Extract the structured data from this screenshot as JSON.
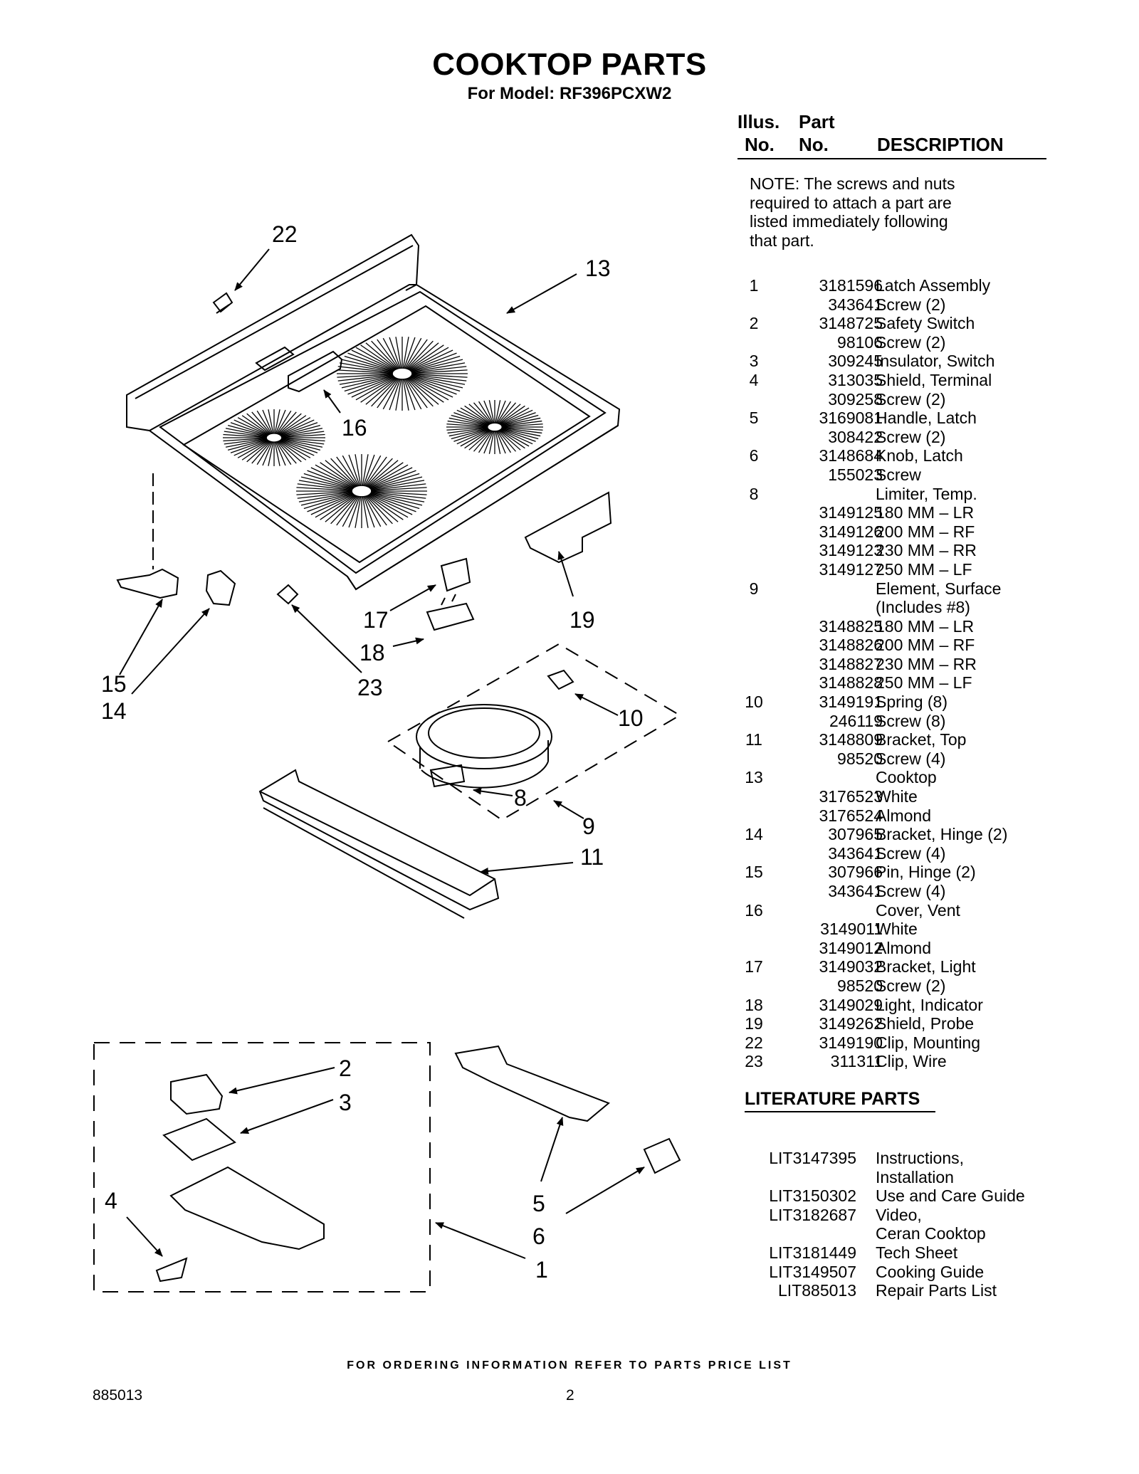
{
  "header": {
    "title": "COOKTOP PARTS",
    "subtitle": "For Model: RF396PCXW2"
  },
  "table_header": {
    "illus_line1": "Illus.",
    "illus_line2": "No.",
    "part_line1": "Part",
    "part_line2": "No.",
    "description": "DESCRIPTION"
  },
  "note": {
    "lines": [
      "NOTE: The screws and nuts",
      "required to attach a part are",
      "listed immediately following",
      "that part."
    ]
  },
  "parts": [
    {
      "illus": "1",
      "part": "3181596",
      "desc": "Latch Assembly"
    },
    {
      "illus": "",
      "part": "343641",
      "desc": "Screw (2)"
    },
    {
      "illus": "2",
      "part": "3148725",
      "desc": "Safety Switch"
    },
    {
      "illus": "",
      "part": "98106",
      "desc": "Screw (2)"
    },
    {
      "illus": "3",
      "part": "309245",
      "desc": "Insulator, Switch"
    },
    {
      "illus": "4",
      "part": "313035",
      "desc": "Shield, Terminal"
    },
    {
      "illus": "",
      "part": "309258",
      "desc": "Screw (2)"
    },
    {
      "illus": "5",
      "part": "3169081",
      "desc": "Handle, Latch"
    },
    {
      "illus": "",
      "part": "308422",
      "desc": "Screw (2)"
    },
    {
      "illus": "6",
      "part": "3148684",
      "desc": "Knob, Latch"
    },
    {
      "illus": "",
      "part": "155023",
      "desc": "Screw"
    },
    {
      "illus": "8",
      "part": "",
      "desc": "Limiter, Temp."
    },
    {
      "illus": "",
      "part": "3149125",
      "desc": "180 MM – LR"
    },
    {
      "illus": "",
      "part": "3149126",
      "desc": "200 MM – RF"
    },
    {
      "illus": "",
      "part": "3149123",
      "desc": "230 MM – RR"
    },
    {
      "illus": "",
      "part": "3149127",
      "desc": "250 MM – LF"
    },
    {
      "illus": "9",
      "part": "",
      "desc": "Element, Surface"
    },
    {
      "illus": "",
      "part": "",
      "desc": "(Includes #8)"
    },
    {
      "illus": "",
      "part": "3148825",
      "desc": "180 MM – LR"
    },
    {
      "illus": "",
      "part": "3148826",
      "desc": "200 MM – RF"
    },
    {
      "illus": "",
      "part": "3148827",
      "desc": "230 MM – RR"
    },
    {
      "illus": "",
      "part": "3148828",
      "desc": "250 MM – LF"
    },
    {
      "illus": "10",
      "part": "3149191",
      "desc": "Spring (8)"
    },
    {
      "illus": "",
      "part": "246119",
      "desc": "Screw (8)"
    },
    {
      "illus": "11",
      "part": "3148809",
      "desc": "Bracket, Top"
    },
    {
      "illus": "",
      "part": "98520",
      "desc": "Screw (4)"
    },
    {
      "illus": "13",
      "part": "",
      "desc": "Cooktop"
    },
    {
      "illus": "",
      "part": "3176523",
      "desc": "White"
    },
    {
      "illus": "",
      "part": "3176524",
      "desc": "Almond"
    },
    {
      "illus": "14",
      "part": "307965",
      "desc": "Bracket, Hinge (2)"
    },
    {
      "illus": "",
      "part": "343641",
      "desc": "Screw (4)"
    },
    {
      "illus": "15",
      "part": "307966",
      "desc": "Pin, Hinge (2)"
    },
    {
      "illus": "",
      "part": "343641",
      "desc": "Screw (4)"
    },
    {
      "illus": "16",
      "part": "",
      "desc": "Cover, Vent"
    },
    {
      "illus": "",
      "part": "3149011",
      "desc": "White"
    },
    {
      "illus": "",
      "part": "3149012",
      "desc": "Almond"
    },
    {
      "illus": "17",
      "part": "3149032",
      "desc": "Bracket, Light"
    },
    {
      "illus": "",
      "part": "98520",
      "desc": "Screw (2)"
    },
    {
      "illus": "18",
      "part": "3149029",
      "desc": "Light, Indicator"
    },
    {
      "illus": "19",
      "part": "3149262",
      "desc": "Shield, Probe"
    },
    {
      "illus": "22",
      "part": "3149190",
      "desc": "Clip, Mounting"
    },
    {
      "illus": "23",
      "part": "311311",
      "desc": "Clip, Wire"
    }
  ],
  "literature": {
    "title": "LITERATURE PARTS",
    "items": [
      {
        "part": "LIT3147395",
        "desc": "Instructions,"
      },
      {
        "part": "",
        "desc": "Installation"
      },
      {
        "part": "LIT3150302",
        "desc": "Use and Care Guide"
      },
      {
        "part": "LIT3182687",
        "desc": "Video,"
      },
      {
        "part": "",
        "desc": "Ceran Cooktop"
      },
      {
        "part": "LIT3181449",
        "desc": "Tech Sheet"
      },
      {
        "part": "LIT3149507",
        "desc": "Cooking Guide"
      },
      {
        "part": "LIT885013",
        "desc": "Repair Parts List"
      }
    ]
  },
  "diagram_callouts": {
    "c22": "22",
    "c13": "13",
    "c16": "16",
    "c17": "17",
    "c19": "19",
    "c18": "18",
    "c15": "15",
    "c23": "23",
    "c14": "14",
    "c10": "10",
    "c8": "8",
    "c9": "9",
    "c11": "11",
    "c2": "2",
    "c3": "3",
    "c4": "4",
    "c5": "5",
    "c6": "6",
    "c1": "1"
  },
  "footer": {
    "ordering": "FOR ORDERING INFORMATION REFER TO PARTS PRICE LIST",
    "doc_number": "885013",
    "page_number": "2"
  }
}
